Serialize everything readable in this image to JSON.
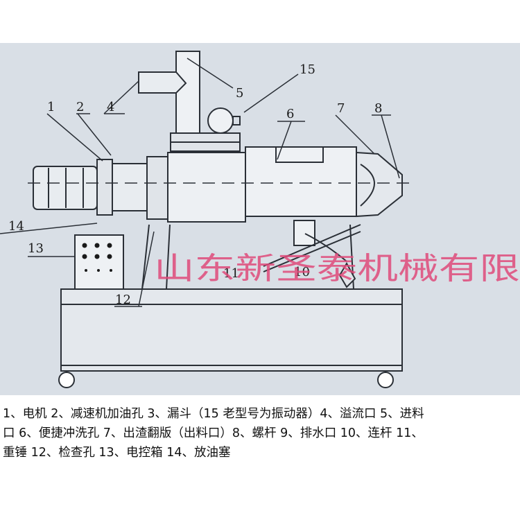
{
  "callouts": {
    "c1": "1",
    "c2": "2",
    "c4": "4",
    "c5": "5",
    "c6": "6",
    "c7": "7",
    "c8": "8",
    "c10": "10",
    "c11": "11",
    "c12": "12",
    "c13": "13",
    "c14": "14",
    "c15": "15"
  },
  "watermark": "山东新圣泰机械有限",
  "legend": {
    "line1": "1、电机 2、减速机加油孔 3、漏斗（15 老型号为振动器）4、溢流口 5、进料",
    "line2": "口 6、便捷冲洗孔 7、出渣翻版（出料口）8、螺杆  9、排水口 10、连杆  11、",
    "line3": "重锤 12、检查孔  13、电控箱  14、放油塞"
  },
  "colors": {
    "panel": "#d9dfe6",
    "line": "#2a2f36",
    "watermark": "#e04a7a"
  }
}
